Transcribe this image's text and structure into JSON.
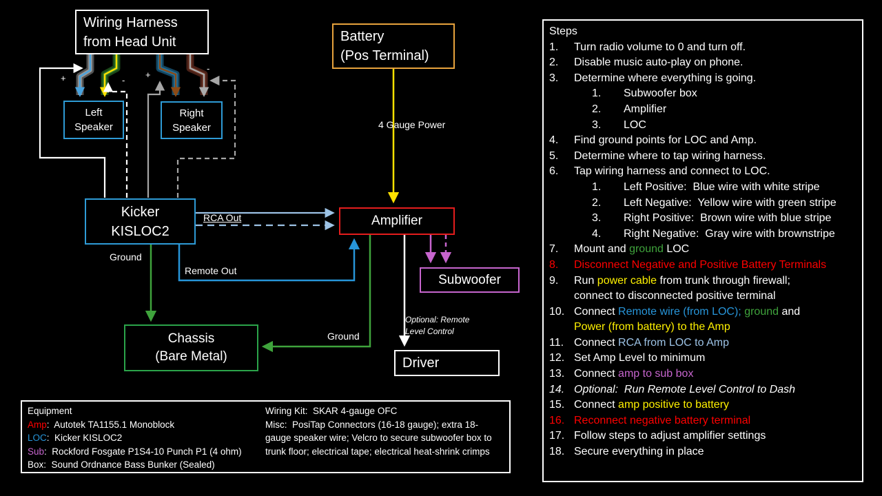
{
  "palette": {
    "white": "#FFFFFF",
    "red": "#FF0000",
    "green": "#3FA33C",
    "yellow": "#FFF100",
    "blue": "#2795D9",
    "lightblue": "#9DC3E6",
    "purple": "#C765CE",
    "gray": "#A6A6A6",
    "battery_border": "#E8A33D",
    "amp_border": "#E51D1D",
    "speaker_border": "#2E9BD6",
    "chassis_border": "#2BA44A",
    "subwoofer_border": "#C765CE",
    "wire_blue_core": "#4AA3DE",
    "wire_yellow_core": "#FFE100",
    "wire_brown_core": "#8B4A16",
    "wire_gray_core": "#ABABAB"
  },
  "diagram": {
    "boxes": {
      "wiring_harness": {
        "line1": "Wiring Harness",
        "line2": "from Head Unit"
      },
      "battery": {
        "line1": "Battery",
        "line2": "(Pos Terminal)"
      },
      "left_speaker": {
        "line1": "Left",
        "line2": "Speaker"
      },
      "right_speaker": {
        "line1": "Right",
        "line2": "Speaker"
      },
      "kisloc2": {
        "line1": "Kicker",
        "line2": "KISLOC2"
      },
      "amplifier": {
        "line1": "Amplifier"
      },
      "subwoofer": {
        "line1": "Subwoofer"
      },
      "chassis": {
        "line1": "Chassis",
        "line2": "(Bare Metal)"
      },
      "driver": {
        "line1": "Driver"
      }
    },
    "labels": {
      "left_pos": "+",
      "left_neg": "-",
      "right_pos": "+",
      "right_neg": "-",
      "power": "4 Gauge Power",
      "rca_out": "RCA Out",
      "remote_out": "Remote Out",
      "ground_loc": "Ground",
      "ground_amp": "Ground",
      "optional_line1": "Optional:  Remote",
      "optional_line2": "Level Control"
    }
  },
  "equipment": {
    "title": "Equipment",
    "left_items": [
      {
        "label": "Amp",
        "label_color": "red",
        "text": ":  Autotek TA1155.1 Monoblock"
      },
      {
        "label": "LOC",
        "label_color": "blue",
        "text": ":  Kicker KISLOC2"
      },
      {
        "label": "Sub",
        "label_color": "purple",
        "text": ":  Rockford Fosgate P1S4-10 Punch P1 (4 ohm)"
      },
      {
        "label": "Box",
        "label_color": "white",
        "text": ":  Sound Ordnance Bass Bunker (Sealed)"
      }
    ],
    "right_lines": [
      "Wiring Kit:  SKAR 4-gauge OFC",
      "Misc:  PosiTap Connectors (16-18 gauge); extra 18-gauge speaker wire; Velcro to secure subwoofer box to trunk floor; electrical tape; electrical heat-shrink crimps"
    ]
  },
  "steps": {
    "title": "Steps",
    "items": [
      {
        "num": "1.",
        "indent": 0,
        "segments": [
          {
            "t": "Turn radio volume to 0 and turn off."
          }
        ]
      },
      {
        "num": "2.",
        "indent": 0,
        "segments": [
          {
            "t": "Disable music auto-play on phone."
          }
        ]
      },
      {
        "num": "3.",
        "indent": 0,
        "segments": [
          {
            "t": "Determine where everything is going."
          }
        ]
      },
      {
        "num": "1.",
        "indent": 1,
        "segments": [
          {
            "t": "Subwoofer box"
          }
        ]
      },
      {
        "num": "2.",
        "indent": 1,
        "segments": [
          {
            "t": "Amplifier"
          }
        ]
      },
      {
        "num": "3.",
        "indent": 1,
        "segments": [
          {
            "t": "LOC"
          }
        ]
      },
      {
        "num": "4.",
        "indent": 0,
        "segments": [
          {
            "t": "Find ground points for LOC and Amp."
          }
        ]
      },
      {
        "num": "5.",
        "indent": 0,
        "segments": [
          {
            "t": "Determine where to tap wiring harness."
          }
        ]
      },
      {
        "num": "6.",
        "indent": 0,
        "segments": [
          {
            "t": "Tap wiring harness and connect to LOC."
          }
        ]
      },
      {
        "num": "1.",
        "indent": 1,
        "segments": [
          {
            "t": "Left Positive:  Blue wire with white stripe"
          }
        ]
      },
      {
        "num": "2.",
        "indent": 1,
        "segments": [
          {
            "t": "Left Negative:  Yellow wire with green stripe"
          }
        ]
      },
      {
        "num": "3.",
        "indent": 1,
        "segments": [
          {
            "t": "Right Positive:  Brown wire with blue stripe"
          }
        ]
      },
      {
        "num": "4.",
        "indent": 1,
        "segments": [
          {
            "t": "Right Negative:  Gray wire with brownstripe"
          }
        ]
      },
      {
        "num": "7.",
        "indent": 0,
        "segments": [
          {
            "t": "Mount and "
          },
          {
            "t": "ground",
            "c": "green"
          },
          {
            "t": " LOC"
          }
        ]
      },
      {
        "num": "8.",
        "indent": 0,
        "num_color": "red",
        "segments": [
          {
            "t": "Disconnect Negative and Positive Battery Terminals",
            "c": "red"
          }
        ]
      },
      {
        "num": "9.",
        "indent": 0,
        "segments": [
          {
            "t": "Run "
          },
          {
            "t": "power cable",
            "c": "yellow"
          },
          {
            "t": " from trunk through firewall;"
          },
          {
            "br": true
          },
          {
            "t": "connect to disconnected positive terminal"
          }
        ]
      },
      {
        "num": "10.",
        "indent": 0,
        "segments": [
          {
            "t": "Connect "
          },
          {
            "t": "Remote wire (from LOC); ",
            "c": "blue"
          },
          {
            "t": "ground",
            "c": "green"
          },
          {
            "t": " and"
          },
          {
            "br": true
          },
          {
            "t": "Power (from battery) to the Amp",
            "c": "yellow"
          }
        ]
      },
      {
        "num": "11.",
        "indent": 0,
        "segments": [
          {
            "t": "Connect "
          },
          {
            "t": "RCA from LOC to Amp",
            "c": "lightblue"
          }
        ]
      },
      {
        "num": "12.",
        "indent": 0,
        "segments": [
          {
            "t": "Set Amp Level to minimum"
          }
        ]
      },
      {
        "num": "13.",
        "indent": 0,
        "segments": [
          {
            "t": "Connect "
          },
          {
            "t": "amp to sub box",
            "c": "purple"
          }
        ]
      },
      {
        "num": "14.",
        "indent": 0,
        "italic": true,
        "segments": [
          {
            "t": "Optional:  Run Remote Level Control to Dash"
          }
        ]
      },
      {
        "num": "15.",
        "indent": 0,
        "segments": [
          {
            "t": "Connect "
          },
          {
            "t": "amp positive to battery",
            "c": "yellow"
          }
        ]
      },
      {
        "num": "16.",
        "indent": 0,
        "num_color": "red",
        "segments": [
          {
            "t": "Reconnect negative battery terminal",
            "c": "red"
          }
        ]
      },
      {
        "num": "17.",
        "indent": 0,
        "segments": [
          {
            "t": "Follow steps to adjust amplifier settings"
          }
        ]
      },
      {
        "num": "18.",
        "indent": 0,
        "segments": [
          {
            "t": "Secure everything in place"
          }
        ]
      }
    ]
  }
}
